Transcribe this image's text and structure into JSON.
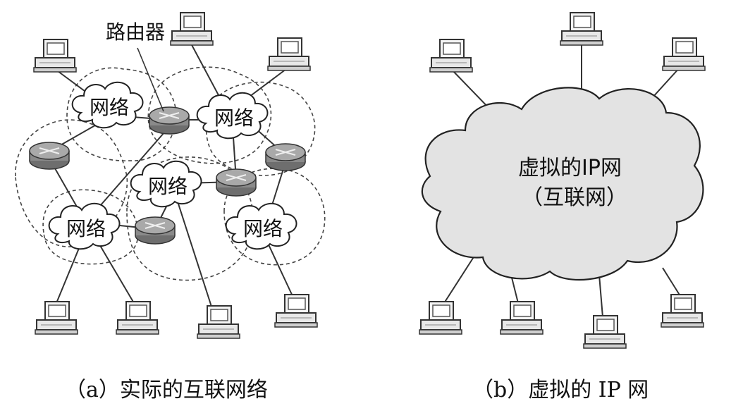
{
  "panel_a": {
    "router_label": "路由器",
    "network_label": "网络",
    "caption": "（a）实际的互联网络"
  },
  "panel_b": {
    "cloud_title": "虚拟的IP网",
    "cloud_subtitle": "（互联网）",
    "caption": "（b）虚拟的 IP 网"
  },
  "icons": {
    "host": "computer-icon",
    "router": "router-icon",
    "network": "cloud-icon"
  },
  "colors": {
    "line": "#333333",
    "router_fill": "#8a8a8a",
    "cloud_fill": "#e6e6e6",
    "host_fill": "#f2f2f2"
  }
}
